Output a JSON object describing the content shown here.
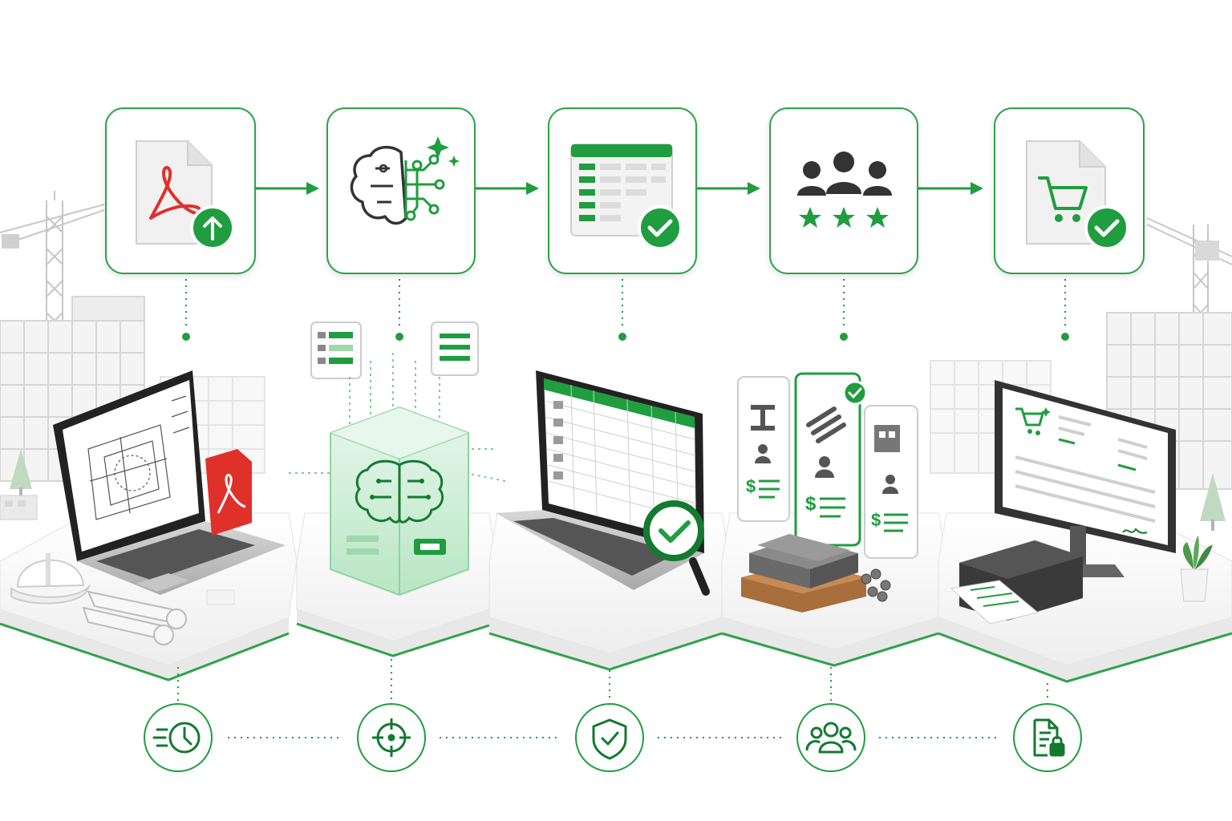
{
  "colors": {
    "brand_green": "#1f9d3f",
    "dark_green": "#137a30",
    "light_green": "#dcf2e1",
    "icon_dark": "#3a3a3a",
    "acrobat_red": "#e0302a",
    "building_gray": "#c9c9c9",
    "platform_gray": "#f1f1f1"
  },
  "steps": [
    {
      "icon": "pdf-upload-icon",
      "scene": "laptop-with-blueprint-pdf-hardhat-rolled-plans"
    },
    {
      "icon": "ai-brain-circuit-icon",
      "scene": "glowing-ai-processing-cube"
    },
    {
      "icon": "spreadsheet-check-icon",
      "scene": "laptop-with-material-table-and-magnifier-check"
    },
    {
      "icon": "team-rating-icon",
      "scene": "supplier-quote-cards-and-steel-materials"
    },
    {
      "icon": "purchase-order-cart-check-icon",
      "scene": "monitor-purchase-order-and-printer"
    }
  ],
  "benefits": [
    {
      "icon": "fast-clock-icon"
    },
    {
      "icon": "target-crosshair-icon"
    },
    {
      "icon": "shield-check-icon"
    },
    {
      "icon": "people-group-icon"
    },
    {
      "icon": "document-lock-icon"
    }
  ],
  "scene_labels": {
    "pdf_glyph": "A"
  }
}
